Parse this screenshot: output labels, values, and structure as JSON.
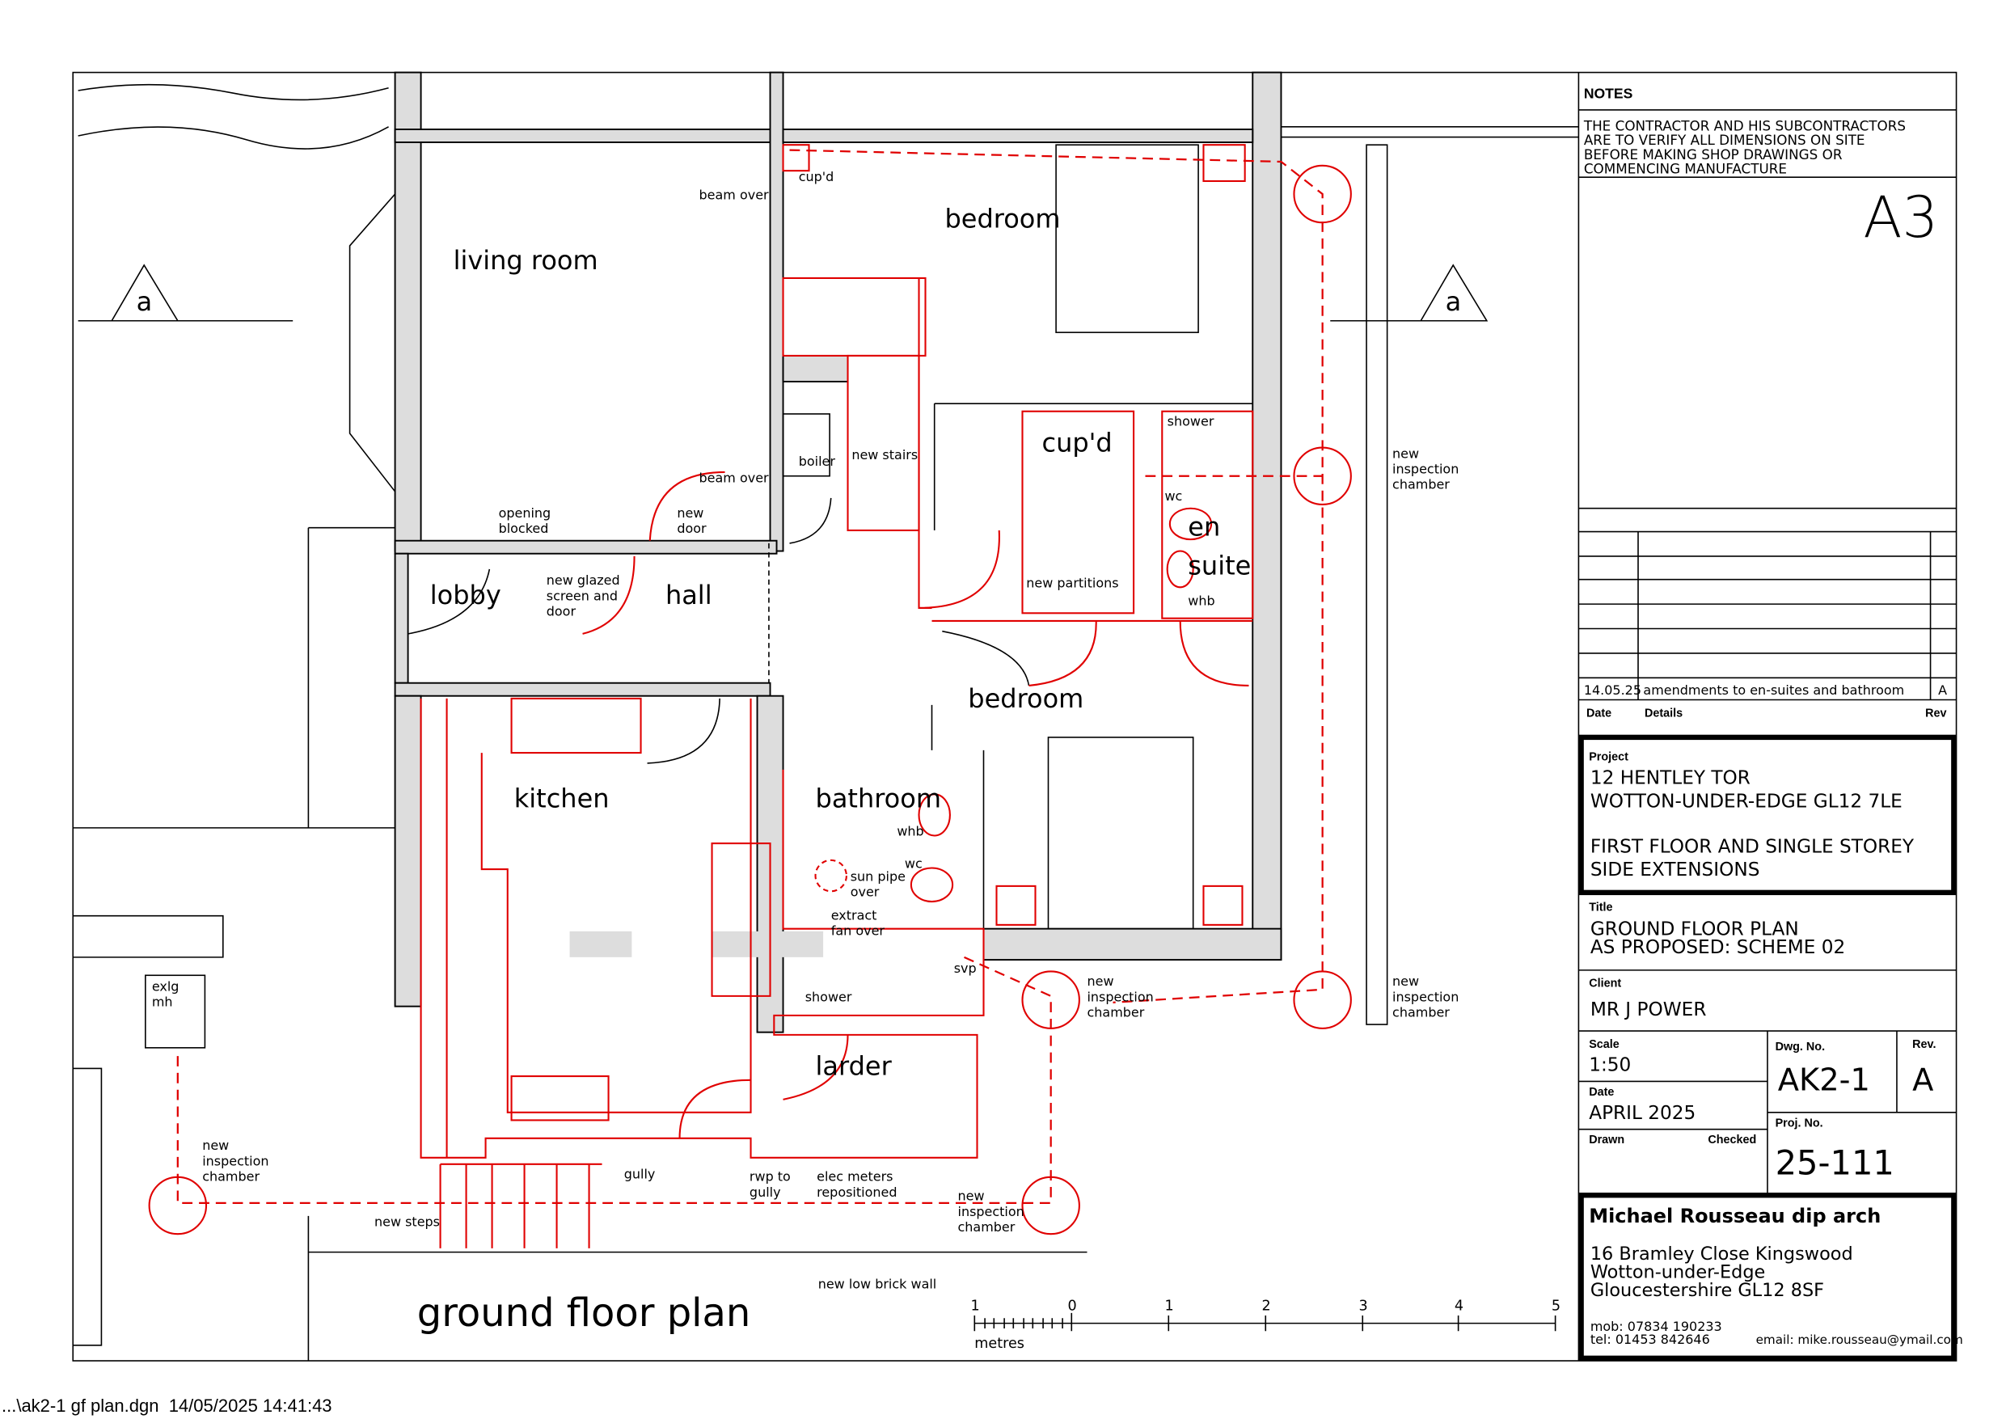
{
  "plan": {
    "title": "ground floor plan",
    "section_marker": "a",
    "rooms": {
      "living_room": "living room",
      "bedroom1": "bedroom",
      "bedroom2": "bedroom",
      "lobby": "lobby",
      "hall": "hall",
      "kitchen": "kitchen",
      "bathroom": "bathroom",
      "larder": "larder",
      "cupd1": "cup'd",
      "cupd2": "cup'd",
      "en": "en",
      "suite": "suite",
      "shower1": "shower",
      "shower2": "shower"
    },
    "annotations": {
      "beam_over_1": "beam over",
      "beam_over_2": "beam over",
      "opening_1": "opening",
      "opening_2": "blocked",
      "new_door_1": "new",
      "new_door_2": "door",
      "glazed_1": "new glazed",
      "glazed_2": "screen and",
      "glazed_3": "door",
      "boiler": "boiler",
      "new_stairs": "new stairs",
      "new_partitions": "new partitions",
      "wc1": "wc",
      "wc2": "wc",
      "whb1": "whb",
      "whb2": "whb",
      "sun_1": "sun pipe",
      "sun_2": "over",
      "fan_1": "extract",
      "fan_2": "fan over",
      "svp": "svp",
      "ic_1": "new",
      "ic_2": "inspection",
      "ic_3": "chamber",
      "exlg_1": "exlg",
      "exlg_2": "mh",
      "gully": "gully",
      "rwp_1": "rwp to",
      "rwp_2": "gully",
      "meters_1": "elec meters",
      "meters_2": "repositioned",
      "new_steps": "new steps",
      "low_wall": "new low brick wall"
    },
    "scale_bar": {
      "ticks": [
        "1",
        "0",
        "1",
        "2",
        "3",
        "4",
        "5"
      ],
      "unit": "metres"
    }
  },
  "title_block": {
    "notes_heading": "NOTES",
    "notes": [
      "THE CONTRACTOR AND HIS SUBCONTRACTORS",
      "ARE TO VERIFY ALL DIMENSIONS ON SITE",
      "BEFORE MAKING SHOP DRAWINGS OR",
      "COMMENCING MANUFACTURE"
    ],
    "sheet_size": "A3",
    "revision": {
      "date": "14.05.25",
      "details": "amendments to en-suites and bathroom",
      "rev": "A"
    },
    "rev_headers": {
      "date": "Date",
      "details": "Details",
      "rev": "Rev"
    },
    "project_label": "Project",
    "project": [
      "12 HENTLEY TOR",
      "WOTTON-UNDER-EDGE GL12 7LE",
      "FIRST FLOOR AND SINGLE STOREY",
      "SIDE EXTENSIONS"
    ],
    "title_label": "Title",
    "title": [
      "GROUND FLOOR PLAN",
      "AS PROPOSED: SCHEME 02"
    ],
    "client_label": "Client",
    "client": "MR J POWER",
    "scale_label": "Scale",
    "scale": "1:50",
    "date_label": "Date",
    "date": "APRIL 2025",
    "drawn_label": "Drawn",
    "checked_label": "Checked",
    "dwg_label": "Dwg. No.",
    "dwg": "AK2-1",
    "rev_label": "Rev.",
    "rev": "A",
    "proj_label": "Proj. No.",
    "proj": "25-111",
    "architect": "Michael Rousseau dip arch",
    "address": [
      "16 Bramley Close Kingswood",
      "Wotton-under-Edge",
      "Gloucestershire GL12 8SF"
    ],
    "mob": "mob: 07834 190233",
    "tel": "tel: 01453 842646",
    "email": "email: mike.rousseau@ymail.com"
  },
  "footer": "...\\ak2-1 gf plan.dgn  14/05/2025 14:41:43",
  "colors": {
    "proposed": "#e00000",
    "existing": "#000000"
  }
}
